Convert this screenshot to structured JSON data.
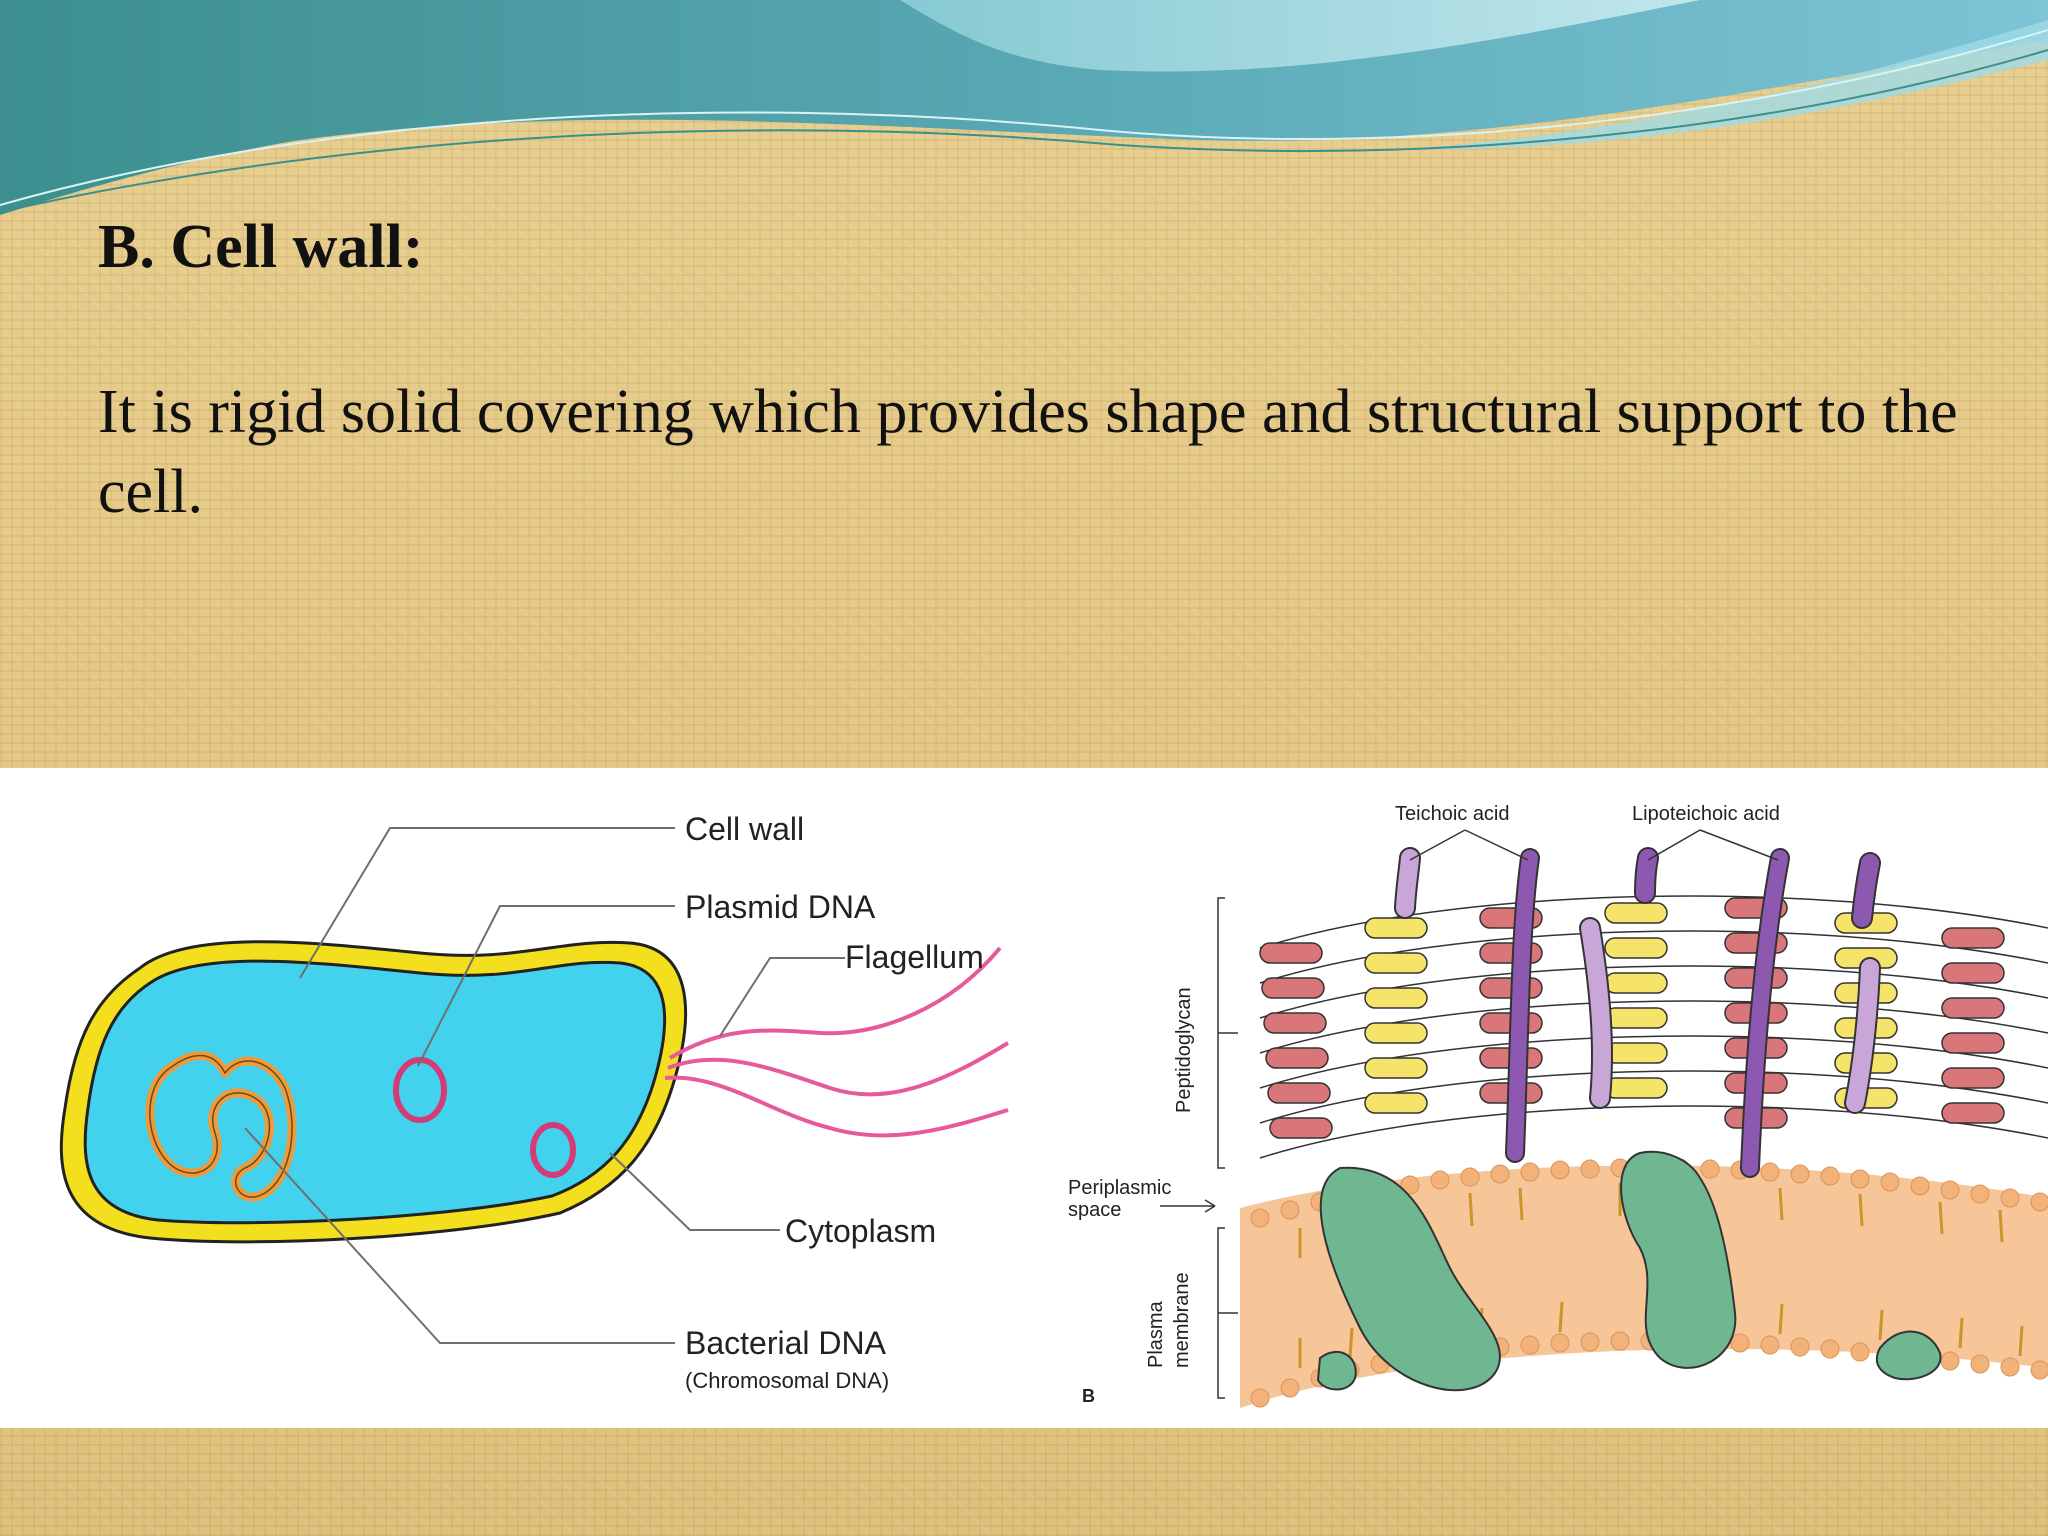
{
  "slide": {
    "title": "B. Cell wall:",
    "body": "It is rigid solid covering which provides shape and structural support to the cell."
  },
  "figure_left": {
    "labels": {
      "cell_wall": "Cell wall",
      "plasmid_dna": "Plasmid DNA",
      "flagellum": "Flagellum",
      "cytoplasm": "Cytoplasm",
      "bacterial_dna": "Bacterial DNA",
      "chromosomal_dna": "(Chromosomal DNA)"
    },
    "colors": {
      "cytoplasm": "#42d2ee",
      "cell_wall": "#f3df1e",
      "plasmid": "#d43c78",
      "dna": "#ee9a3a",
      "flagellum": "#e65a9a"
    }
  },
  "figure_right": {
    "labels": {
      "teichoic_acid": "Teichoic acid",
      "lipoteichoic_acid": "Lipoteichoic acid",
      "peptidoglycan": "Peptidoglycan",
      "periplasmic_space_1": "Periplasmic",
      "periplasmic_space_2": "space",
      "plasma_membrane_1": "Plasma",
      "plasma_membrane_2": "membrane",
      "panel_letter": "B"
    },
    "colors": {
      "sugar_pink": "#d9767a",
      "sugar_yellow": "#f5e36a",
      "teichoic": "#8c58b0",
      "lipoteichoic": "#c8a6d8",
      "protein": "#6fb791",
      "lipid_head": "#f6c598"
    }
  }
}
